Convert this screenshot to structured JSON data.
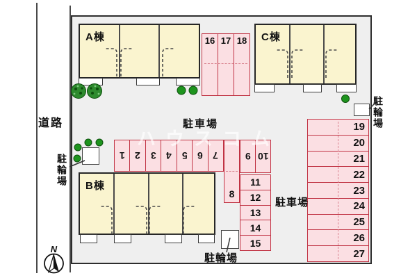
{
  "labels": {
    "road": "道路",
    "parking_main": "駐車場",
    "parking_right": "駐車場",
    "bicycle_left": "駐輪場",
    "bicycle_top_right": "駐輪場",
    "bicycle_bottom": "駐輪場",
    "north": "N",
    "watermark": "ハウスコム"
  },
  "buildings": {
    "a_label": "A棟",
    "b_label": "B棟",
    "c_label": "C棟"
  },
  "parking_spaces": {
    "row_1_7": [
      "1",
      "2",
      "3",
      "4",
      "5",
      "6",
      "7"
    ],
    "space_8": "8",
    "row_9_10": [
      "9",
      "10"
    ],
    "column_11_15": [
      "11",
      "12",
      "13",
      "14",
      "15"
    ],
    "row_16_18": [
      "16",
      "17",
      "18"
    ],
    "column_19_27": [
      "19",
      "20",
      "21",
      "22",
      "23",
      "24",
      "25",
      "26",
      "27"
    ]
  },
  "colors": {
    "building_fill": "#faf4cf",
    "parking_fill": "#fbdfe3",
    "parking_border": "#c03243",
    "parking_dash": "#d98490",
    "site_fill": "#efefef",
    "tree_green": "#2e8b2e"
  }
}
